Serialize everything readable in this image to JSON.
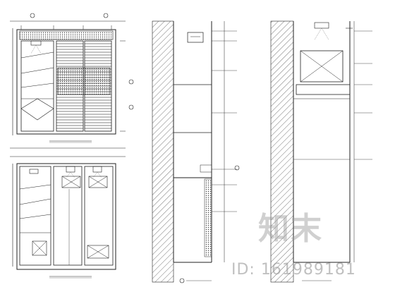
{
  "watermark": {
    "site_name": "知末",
    "id_label": "ID: 1619",
    "id_number": "89181"
  },
  "colors": {
    "line": "#222222",
    "hatch": "#555555",
    "watermark": "#969696"
  },
  "icons": [
    "light-fixture-icon",
    "section-marker-icon",
    "elevation-marker-icon"
  ]
}
